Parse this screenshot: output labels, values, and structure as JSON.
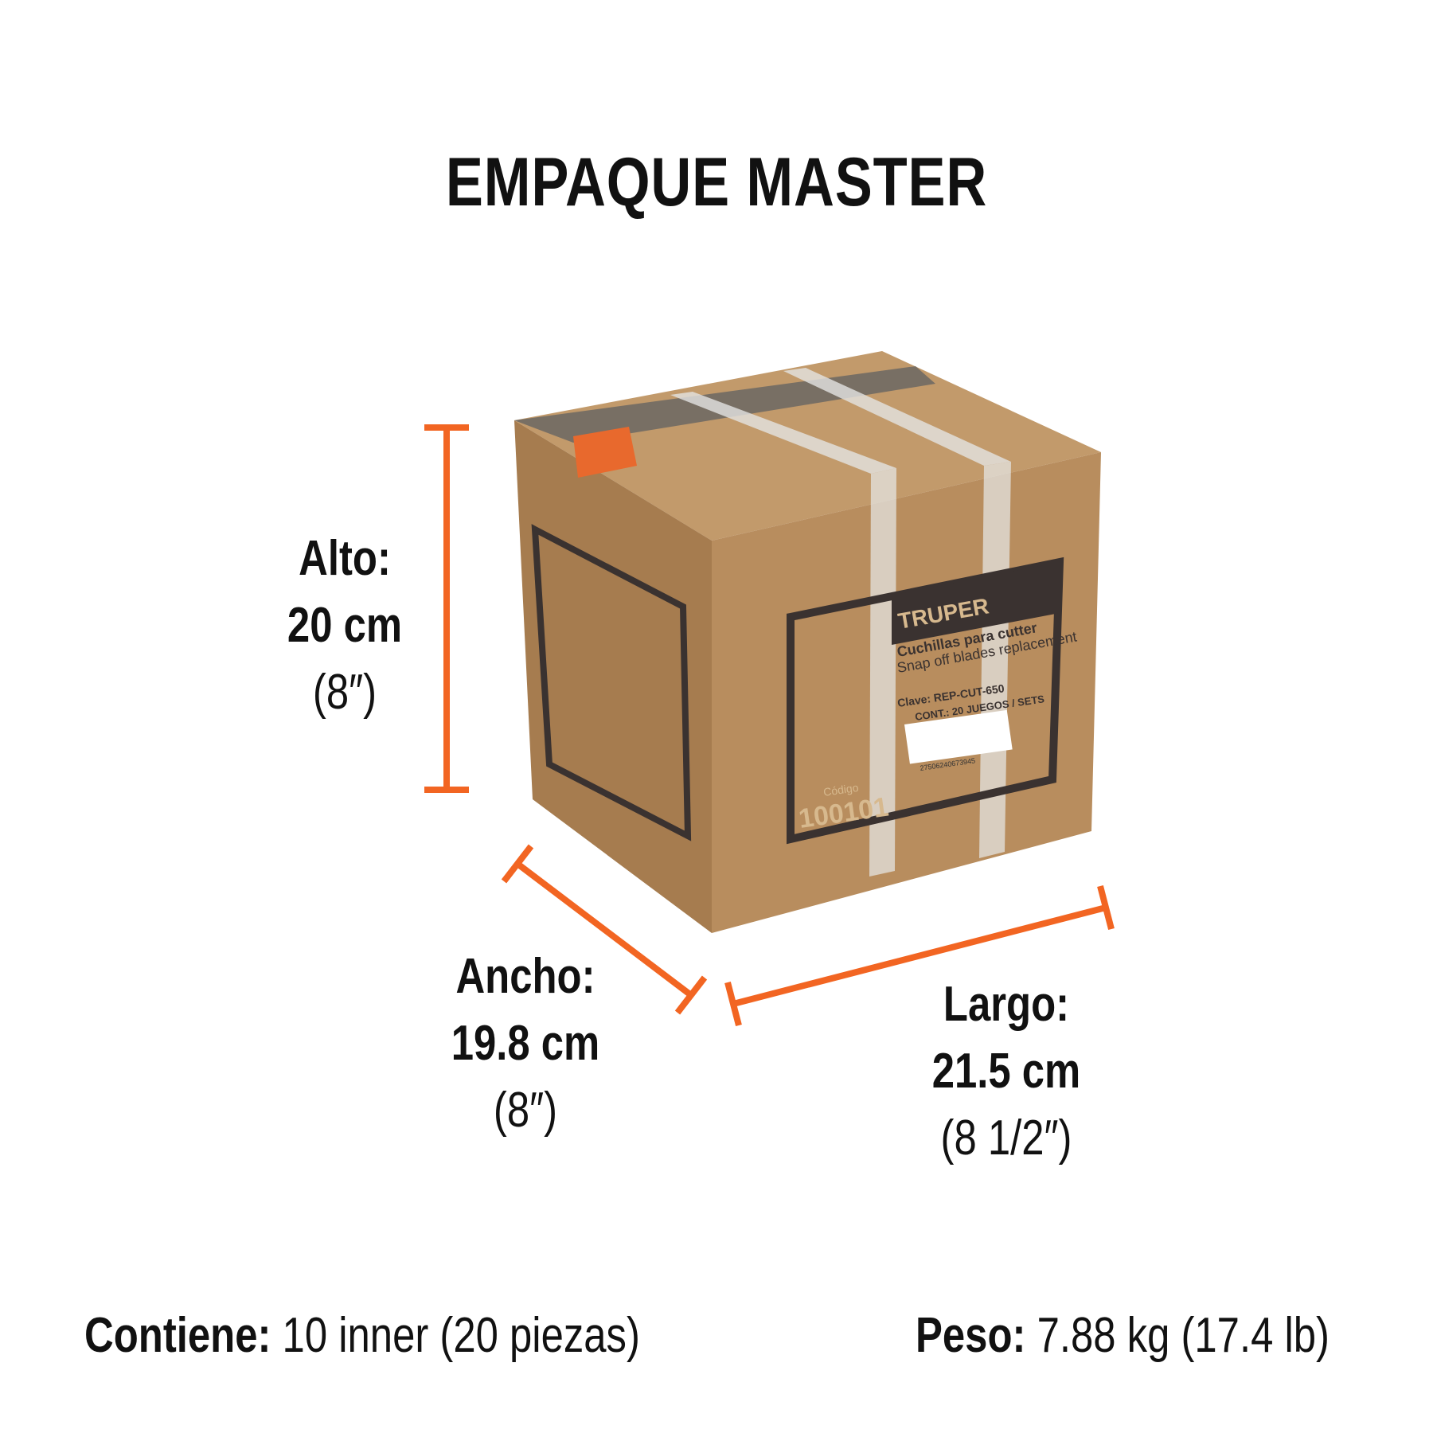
{
  "title": "EMPAQUE MASTER",
  "dimensions": {
    "alto": {
      "label": "Alto:",
      "metric": "20 cm",
      "imperial": "(8″)"
    },
    "ancho": {
      "label": "Ancho:",
      "metric": "19.8 cm",
      "imperial": "(8″)"
    },
    "largo": {
      "label": "Largo:",
      "metric": "21.5 cm",
      "imperial": "(8 1/2″)"
    }
  },
  "contents": {
    "label": "Contiene:",
    "value": "10 inner (20 piezas)"
  },
  "weight": {
    "label": "Peso:",
    "value": "7.88 kg (17.4 lb)"
  },
  "box_label": {
    "brand": "TRUPER",
    "product_es": "Cuchillas para cutter",
    "product_en": "Snap off blades replacement",
    "clave": "Clave: REP-CUT-650",
    "cont": "CONT.: 20 JUEGOS / SETS",
    "codigo_label": "Código",
    "codigo": "100101",
    "barcode": "27506240673945"
  },
  "colors": {
    "accent": "#f26522",
    "cardboard": "#b88d5e",
    "text": "#111111"
  }
}
